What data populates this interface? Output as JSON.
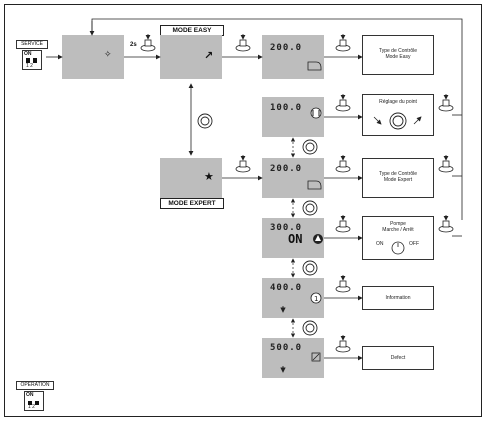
{
  "service": {
    "label": "SERVICE",
    "switch_on": "ON",
    "switch_nums": "1 2"
  },
  "operation": {
    "label": "OPERATION",
    "switch_on": "ON",
    "switch_nums": "1 2"
  },
  "press_time": "2s",
  "modes": {
    "easy": "MODE EASY",
    "expert": "MODE EXPERT"
  },
  "menus": [
    {
      "code": "200.0",
      "box_line1": "Type de Contrôle",
      "box_line2": "Mode Easy"
    },
    {
      "code": "100.0",
      "box_line1": "Réglage du point",
      "box_line2": ""
    },
    {
      "code": "200.0",
      "box_line1": "Type de Contrôle",
      "box_line2": "Mode Expert"
    },
    {
      "code": "300.0",
      "box_line1": "Pompe",
      "box_line2": "Marche / Arrêt",
      "on_label": "ON",
      "on_off_on": "ON",
      "on_off_off": "OFF"
    },
    {
      "code": "400.0",
      "box_line1": "Information",
      "box_line2": ""
    },
    {
      "code": "500.0",
      "box_line1": "Defect",
      "box_line2": ""
    }
  ],
  "icons": [
    "knob-press-icon",
    "knob-rotate-icon",
    "curve-icon",
    "pump-icon",
    "info-icon",
    "defect-icon",
    "on-off-dial-icon"
  ]
}
